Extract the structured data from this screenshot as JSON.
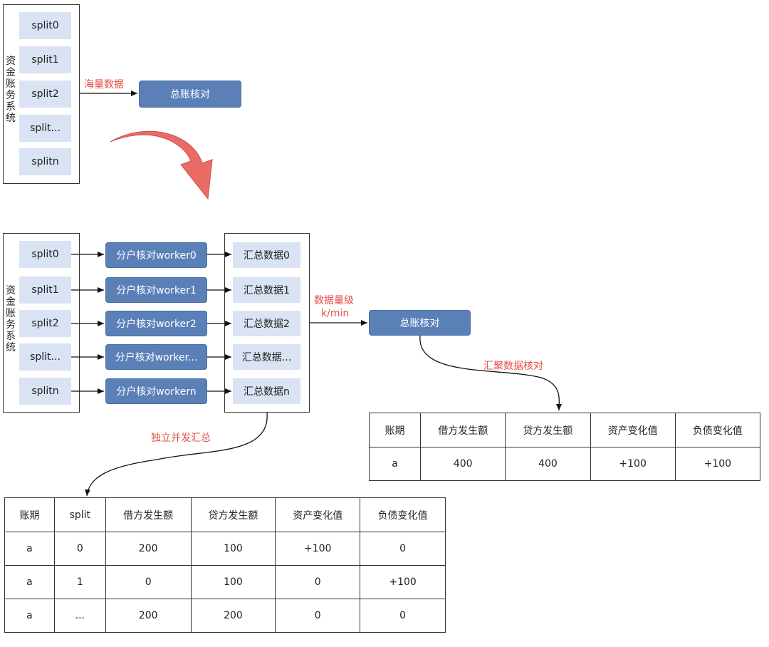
{
  "top": {
    "system_label": "资\n金\n账\n务\n系\n统",
    "splits": [
      "split0",
      "split1",
      "split2",
      "split...",
      "splitn"
    ],
    "arrow_label": "海量数据",
    "reconcile_label": "总账核对"
  },
  "bottom": {
    "system_label": "资\n金\n账\n务\n系\n统",
    "splits": [
      "split0",
      "split1",
      "split2",
      "split...",
      "splitn"
    ],
    "workers": [
      "分户核对worker0",
      "分户核对worker1",
      "分户核对worker2",
      "分户核对worker...",
      "分户核对workern"
    ],
    "summaries": [
      "汇总数据0",
      "汇总数据1",
      "汇总数据2",
      "汇总数据...",
      "汇总数据n"
    ],
    "rate_label_line1": "数据量级",
    "rate_label_line2": "k/min",
    "reconcile_label": "总账核对",
    "aggregate_label": "汇聚数据核对",
    "concurrent_label": "独立并发汇总"
  },
  "colors": {
    "accent_red": "#e2504a",
    "split_fill": "#dae3f3",
    "node_blue": "#5b80b8",
    "big_arrow": "#ea6b66"
  },
  "summary_table": {
    "headers": [
      "账期",
      "借方发生额",
      "贷方发生额",
      "资产变化值",
      "负债变化值"
    ],
    "rows": [
      [
        "a",
        "400",
        "400",
        "+100",
        "+100"
      ]
    ]
  },
  "detail_table": {
    "headers": [
      "账期",
      "split",
      "借方发生额",
      "贷方发生额",
      "资产变化值",
      "负债变化值"
    ],
    "rows": [
      [
        "a",
        "0",
        "200",
        "100",
        "+100",
        "0"
      ],
      [
        "a",
        "1",
        "0",
        "100",
        "0",
        "+100"
      ],
      [
        "a",
        "...",
        "200",
        "200",
        "0",
        "0"
      ]
    ]
  }
}
